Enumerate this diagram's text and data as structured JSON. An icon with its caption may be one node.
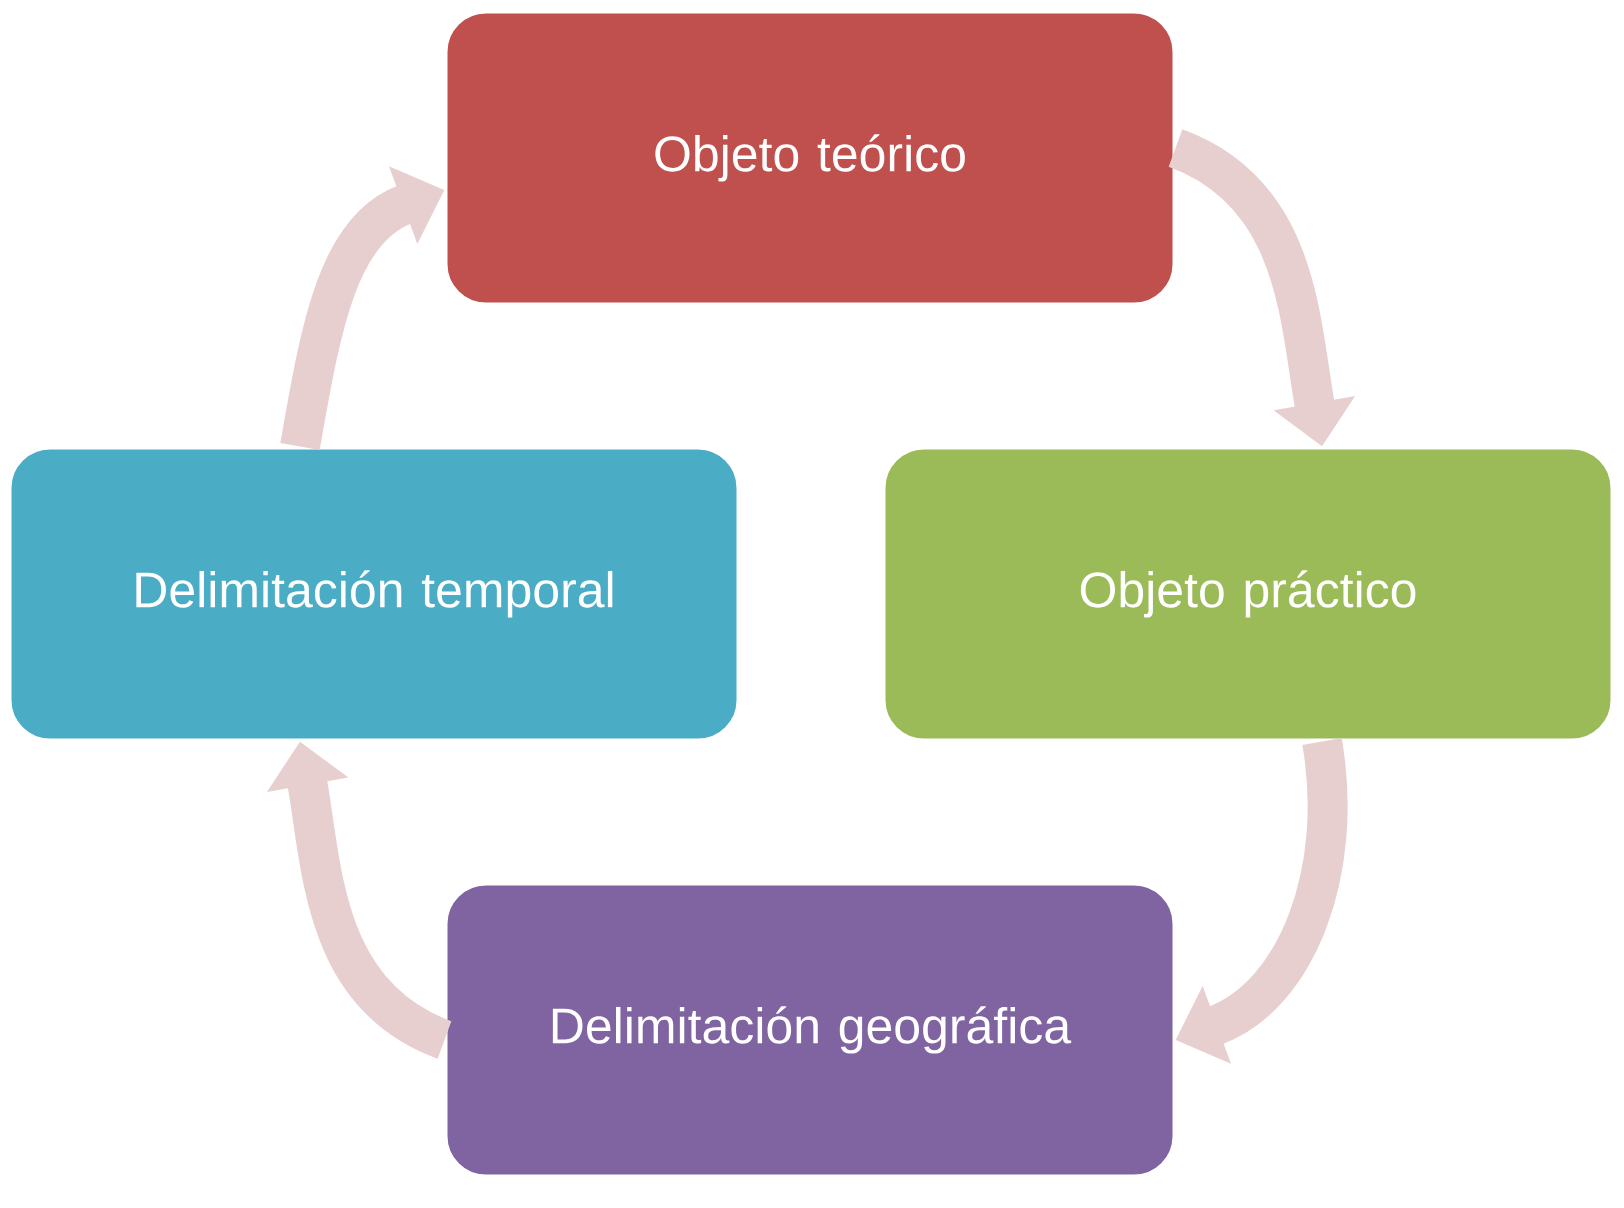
{
  "diagram": {
    "nodes": [
      {
        "text": [
          "Objeto teórico"
        ]
      },
      {
        "text": [
          "Objeto práctico"
        ]
      },
      {
        "text": [
          "Delimitación geográfica"
        ]
      },
      {
        "text": [
          "Delimitación temporal"
        ]
      }
    ],
    "edges": [
      {
        "from": 0,
        "to": 1,
        "arrow": "to"
      },
      {
        "from": 1,
        "to": 2,
        "arrow": "to"
      },
      {
        "from": 2,
        "to": 3,
        "arrow": "to"
      },
      {
        "from": 3,
        "to": 0,
        "arrow": "to"
      }
    ]
  }
}
